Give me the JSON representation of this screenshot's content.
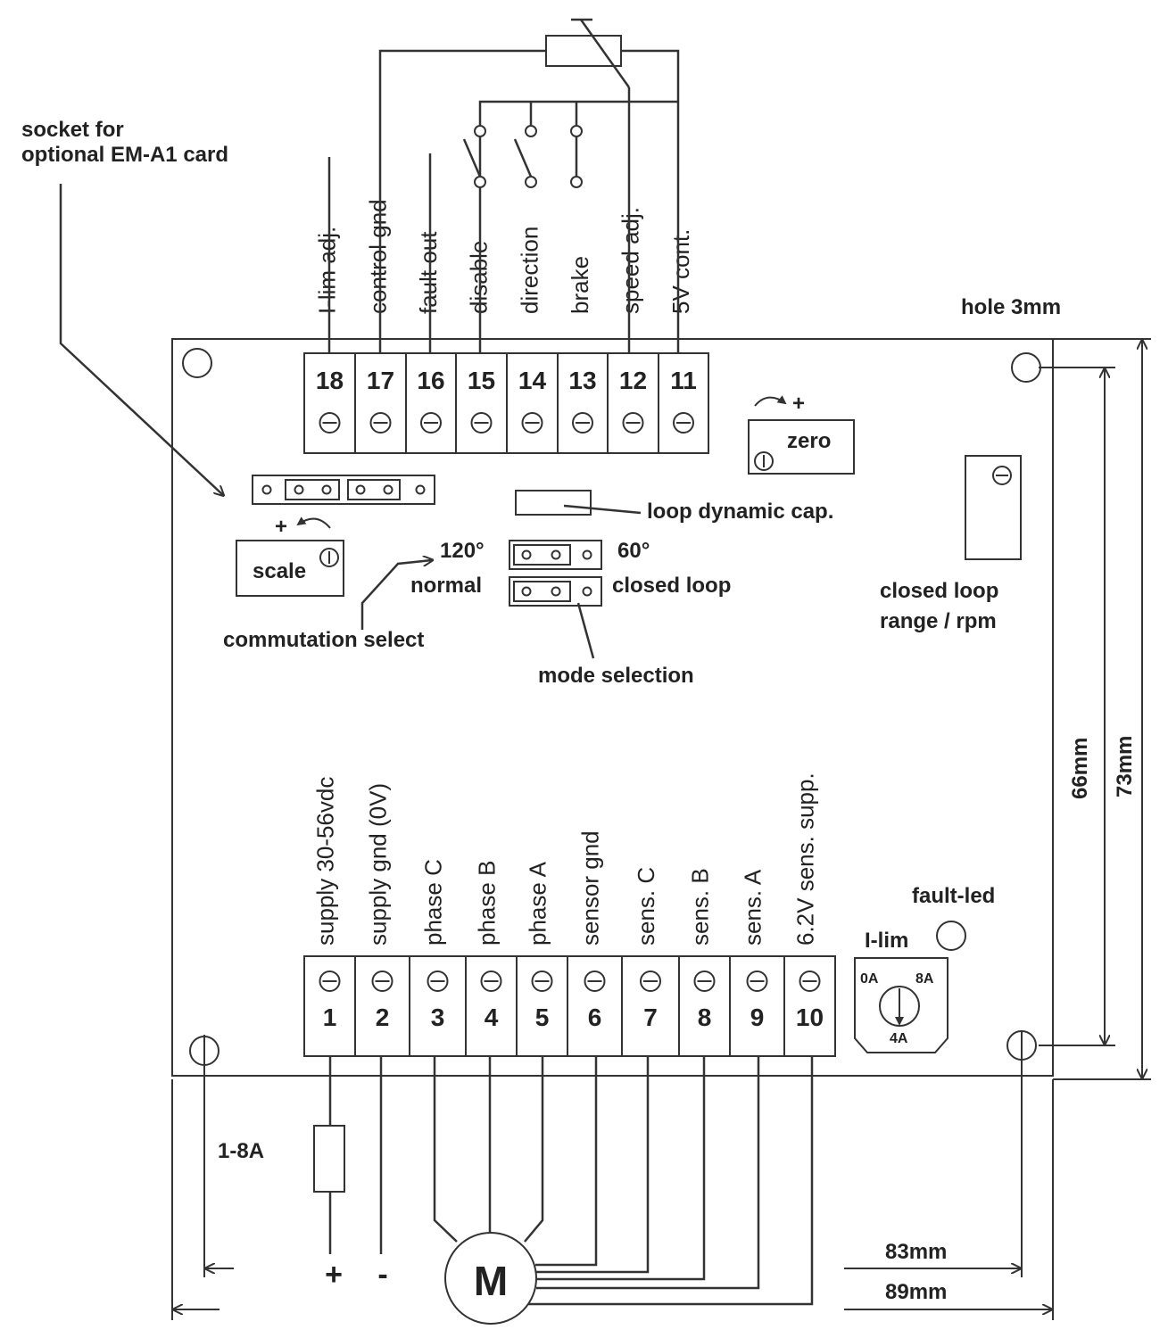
{
  "labels": {
    "socket_line1": "socket for",
    "socket_line2": "optional EM-A1 card",
    "hole": "hole 3mm",
    "zero": "zero",
    "plus_zero": "+",
    "plus_scale": "+",
    "scale": "scale",
    "loop_cap": "loop dynamic cap.",
    "deg120": "120°",
    "normal": "normal",
    "deg60": "60°",
    "closed_loop": "closed loop",
    "commutation": "commutation select",
    "mode": "mode selection",
    "cl_range1": "closed loop",
    "cl_range2": "range / rpm",
    "fault_led": "fault-led",
    "ilim": "I-lim",
    "a0": "0A",
    "a8": "8A",
    "a4": "4A",
    "dim66": "66mm",
    "dim73": "73mm",
    "dim83": "83mm",
    "dim89": "89mm",
    "fuse": "1-8A",
    "plus_supply": "+",
    "minus_supply": "-",
    "motor": "M"
  },
  "top_terminals": [
    {
      "num": "18",
      "label": "I-lim adj."
    },
    {
      "num": "17",
      "label": "control gnd"
    },
    {
      "num": "16",
      "label": "fault out"
    },
    {
      "num": "15",
      "label": "disable"
    },
    {
      "num": "14",
      "label": "direction"
    },
    {
      "num": "13",
      "label": "brake"
    },
    {
      "num": "12",
      "label": "speed adj."
    },
    {
      "num": "11",
      "label": "5V cont."
    }
  ],
  "bottom_terminals": [
    {
      "num": "1",
      "label": "supply 30-56vdc"
    },
    {
      "num": "2",
      "label": "supply gnd (0V)"
    },
    {
      "num": "3",
      "label": "phase C"
    },
    {
      "num": "4",
      "label": "phase B"
    },
    {
      "num": "5",
      "label": "phase A"
    },
    {
      "num": "6",
      "label": "sensor gnd"
    },
    {
      "num": "7",
      "label": "sens. C"
    },
    {
      "num": "8",
      "label": "sens. B"
    },
    {
      "num": "9",
      "label": "sens. A"
    },
    {
      "num": "10",
      "label": "6.2V  sens. supp."
    }
  ]
}
